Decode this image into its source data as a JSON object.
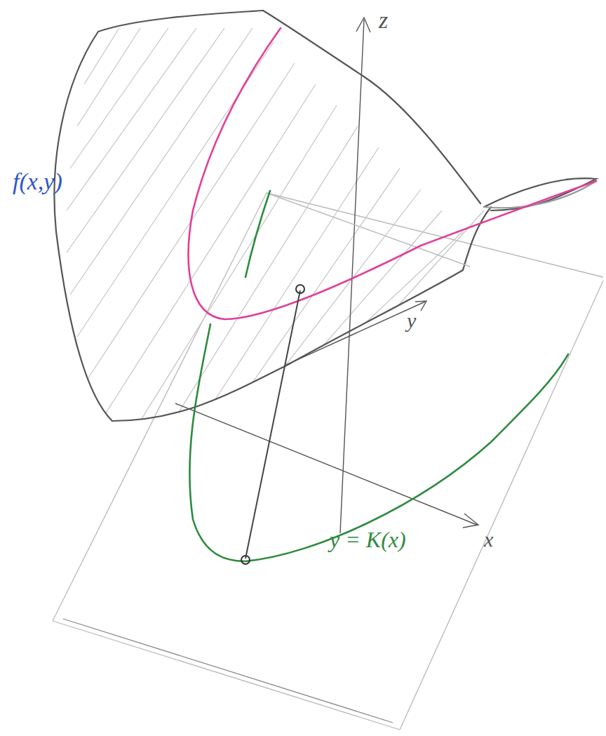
{
  "diagram": {
    "labels": [
      "f(x,y)",
      "z",
      "y",
      "x",
      "y = K(x)"
    ]
  }
}
